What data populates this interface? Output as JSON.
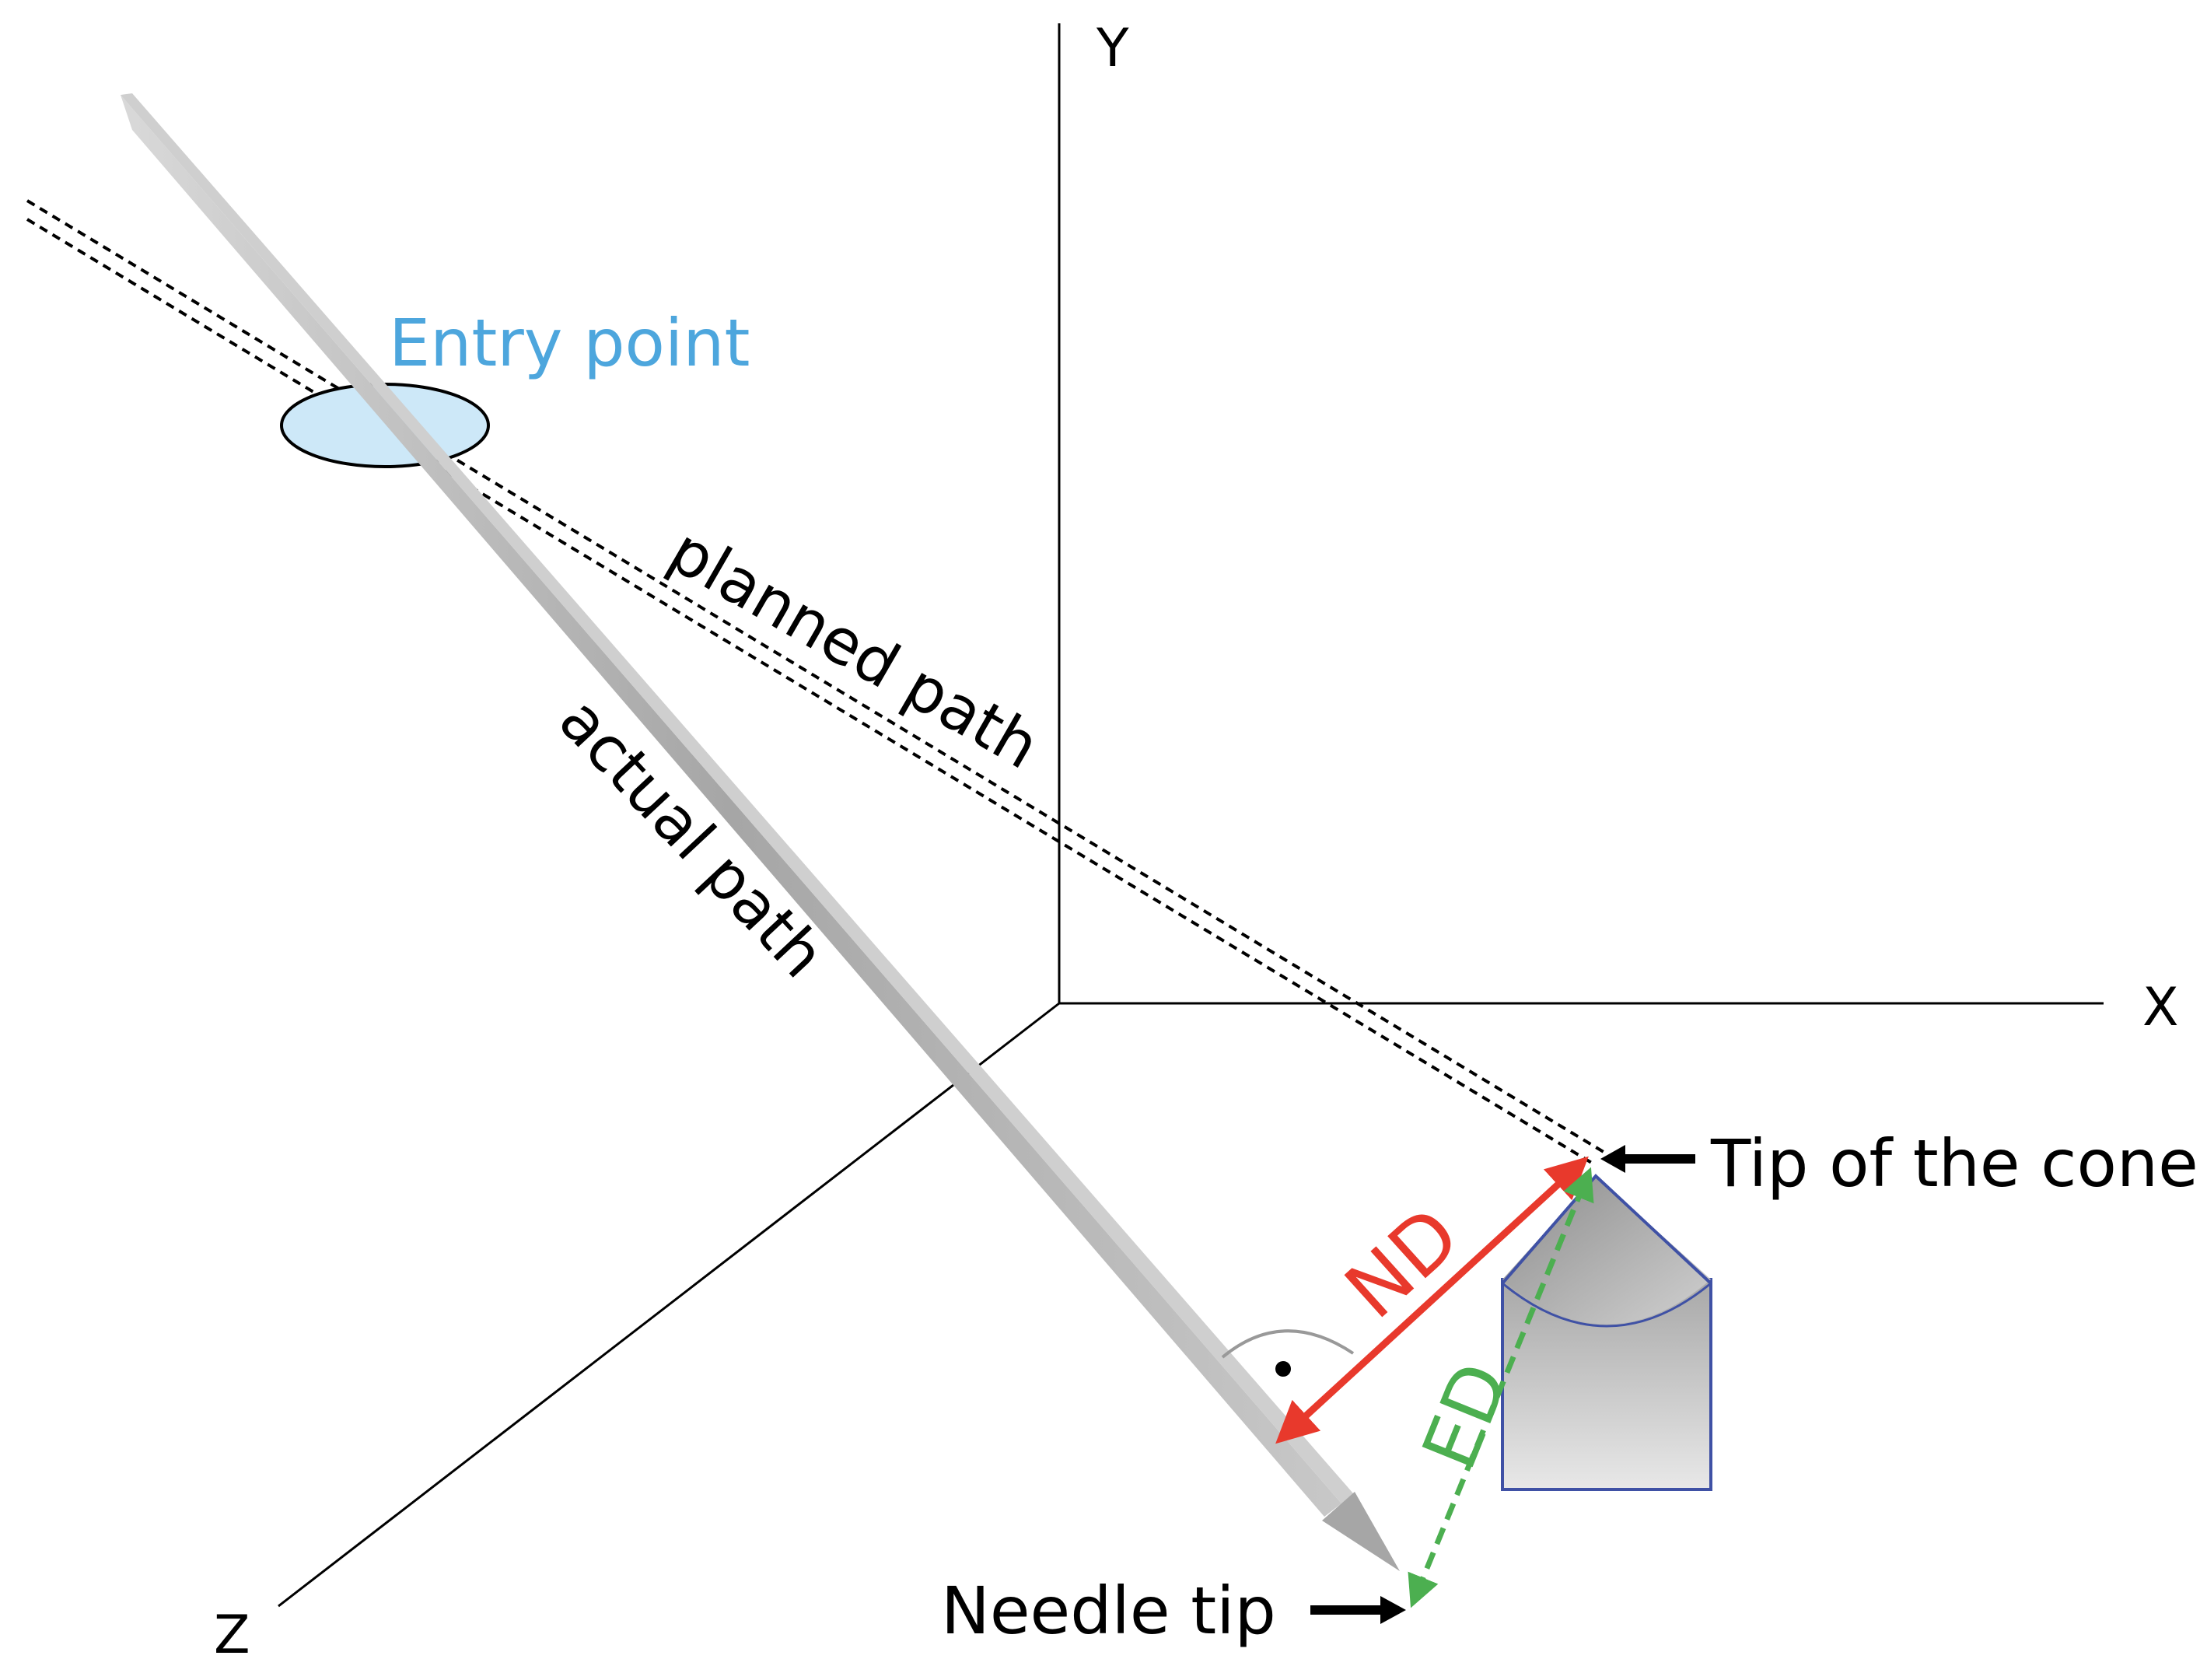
{
  "labels": {
    "axis_y": "Y",
    "axis_x": "X",
    "axis_z": "Z",
    "entry_point": "Entry point",
    "planned_path": "planned path",
    "actual_path": "actual path",
    "tip_of_cone": "Tip of the cone",
    "needle_tip": "Needle tip",
    "nd": "ND",
    "ed": "ED"
  },
  "colors": {
    "entry_point_text": "#4da6dd",
    "entry_point_fill": "#cde8f8",
    "nd_arrow": "#e8392c",
    "ed_arrow": "#4caf50",
    "cone_stroke": "#3f51a5",
    "needle": "#b3b3b3",
    "axes": "#000000"
  }
}
